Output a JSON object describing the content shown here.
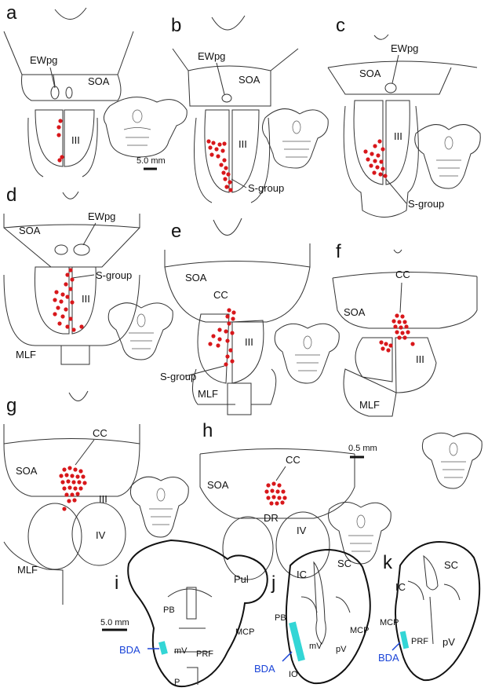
{
  "colors": {
    "dot": "#d8171b",
    "bda": "#1a44d8",
    "tracer": "#33d6d6",
    "line": "#333333"
  },
  "panels": {
    "a": {
      "letter": "a",
      "labels": {
        "ewpg": "EWpg",
        "soa": "SOA",
        "iii": "III"
      },
      "scale": "5.0 mm"
    },
    "b": {
      "letter": "b",
      "labels": {
        "ewpg": "EWpg",
        "soa": "SOA",
        "iii": "III",
        "sgroup": "S-group"
      }
    },
    "c": {
      "letter": "c",
      "labels": {
        "ewpg": "EWpg",
        "soa": "SOA",
        "iii": "III",
        "sgroup": "S-group"
      }
    },
    "d": {
      "letter": "d",
      "labels": {
        "ewpg": "EWpg",
        "soa": "SOA",
        "iii": "III",
        "sgroup": "S-group",
        "mlf": "MLF"
      }
    },
    "e": {
      "letter": "e",
      "labels": {
        "soa": "SOA",
        "cc": "CC",
        "iii": "III",
        "sgroup": "S-group",
        "mlf": "MLF"
      }
    },
    "f": {
      "letter": "f",
      "labels": {
        "cc": "CC",
        "soa": "SOA",
        "iii": "III",
        "mlf": "MLF"
      }
    },
    "g": {
      "letter": "g",
      "labels": {
        "cc": "CC",
        "soa": "SOA",
        "iii": "III",
        "iv": "IV",
        "mlf": "MLF"
      }
    },
    "h": {
      "letter": "h",
      "labels": {
        "cc": "CC",
        "soa": "SOA",
        "dr": "DR",
        "iv": "IV"
      },
      "scale": "0.5 mm"
    },
    "i": {
      "letter": "i",
      "labels": {
        "pul": "Pul",
        "pb": "PB",
        "mv": "mV",
        "prf": "PRF",
        "mcp": "MCP",
        "p": "P",
        "bda": "BDA"
      },
      "scale": "5.0 mm"
    },
    "j": {
      "letter": "j",
      "labels": {
        "sc": "SC",
        "ic": "IC",
        "pb": "PB",
        "mv": "mV",
        "pv": "pV",
        "mcp": "MCP",
        "io": "IO",
        "bda": "BDA"
      }
    },
    "k": {
      "letter": "k",
      "labels": {
        "sc": "SC",
        "ic": "IC",
        "mcp": "MCP",
        "prf": "PRF",
        "pv": "pV",
        "bda": "BDA"
      }
    }
  }
}
